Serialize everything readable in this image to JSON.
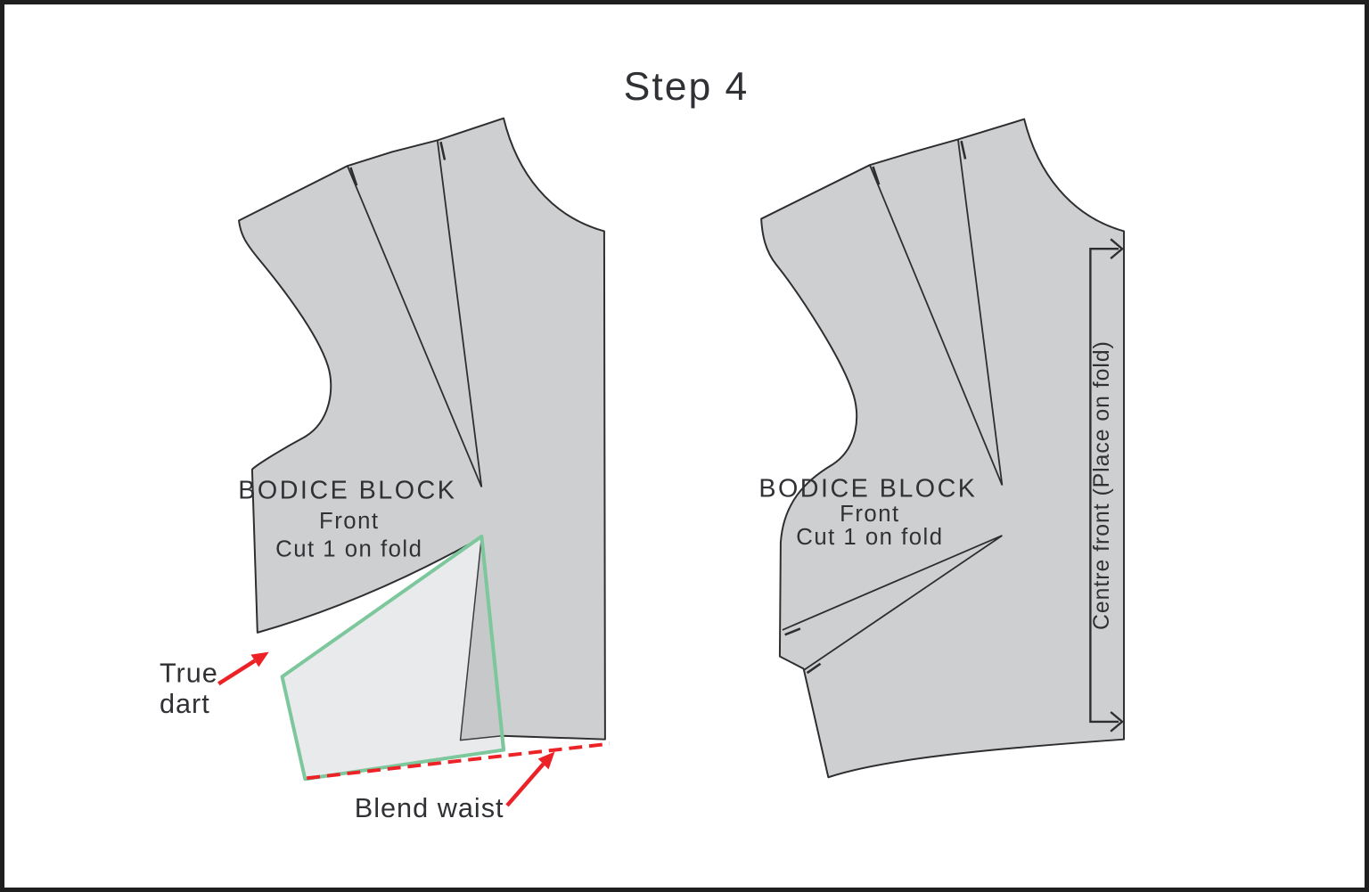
{
  "title": "Step 4",
  "pieces": {
    "left": {
      "line1": "BODICE BLOCK",
      "line2": "Front",
      "line3": "Cut 1 on fold"
    },
    "right": {
      "line1": "BODICE BLOCK",
      "line2": "Front",
      "line3": "Cut 1 on fold",
      "fold_label": "Centre front (Place on fold)"
    }
  },
  "annotations": {
    "true_dart": {
      "line1": "True",
      "line2": "dart"
    },
    "blend_waist": "Blend waist"
  },
  "colors": {
    "background": "#ffffff",
    "frame_border": "#1f1f1f",
    "piece_fill": "#cdcfd0",
    "flap_fill": "#e9eaeb",
    "dart_underlay_fill": "#c6c8c9",
    "outline": "#2e2e30",
    "green_accent": "#7cc79c",
    "red_accent": "#ec2227",
    "text": "#303134"
  }
}
